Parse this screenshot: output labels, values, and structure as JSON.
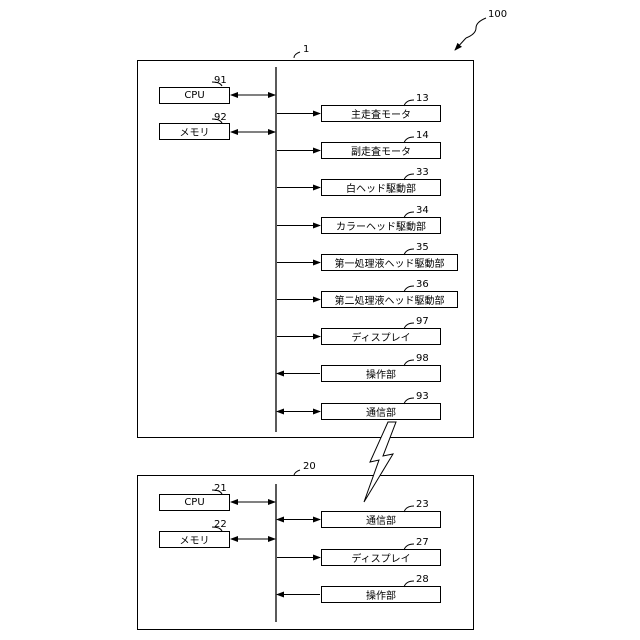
{
  "system_ref": "100",
  "device1": {
    "ref": "1",
    "cpu": {
      "label": "CPU",
      "ref": "91"
    },
    "memory": {
      "label": "メモリ",
      "ref": "92"
    },
    "components": [
      {
        "label": "主走査モータ",
        "ref": "13",
        "direction": "out"
      },
      {
        "label": "副走査モータ",
        "ref": "14",
        "direction": "out"
      },
      {
        "label": "白ヘッド駆動部",
        "ref": "33",
        "direction": "out"
      },
      {
        "label": "カラーヘッド駆動部",
        "ref": "34",
        "direction": "out"
      },
      {
        "label": "第一処理液ヘッド駆動部",
        "ref": "35",
        "direction": "out"
      },
      {
        "label": "第二処理液ヘッド駆動部",
        "ref": "36",
        "direction": "out"
      },
      {
        "label": "ディスプレイ",
        "ref": "97",
        "direction": "out"
      },
      {
        "label": "操作部",
        "ref": "98",
        "direction": "in"
      },
      {
        "label": "通信部",
        "ref": "93",
        "direction": "both"
      }
    ]
  },
  "device2": {
    "ref": "20",
    "cpu": {
      "label": "CPU",
      "ref": "21"
    },
    "memory": {
      "label": "メモリ",
      "ref": "22"
    },
    "components": [
      {
        "label": "通信部",
        "ref": "23",
        "direction": "both"
      },
      {
        "label": "ディスプレイ",
        "ref": "27",
        "direction": "out"
      },
      {
        "label": "操作部",
        "ref": "28",
        "direction": "in"
      }
    ]
  }
}
